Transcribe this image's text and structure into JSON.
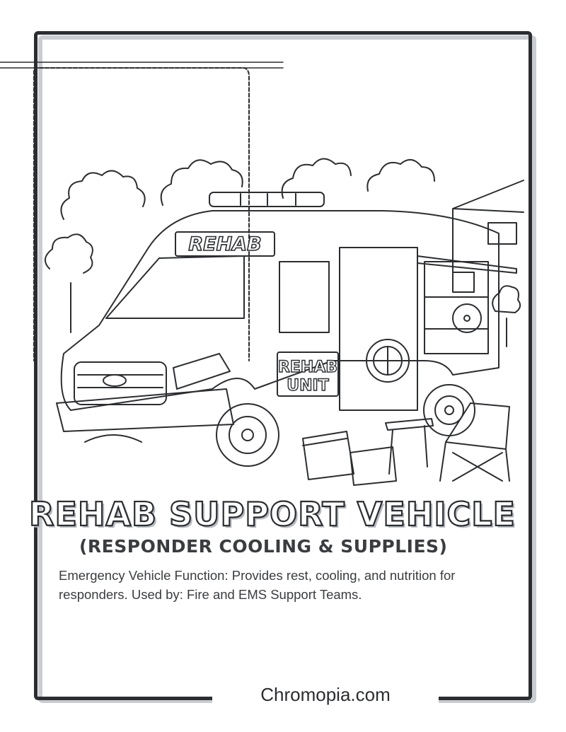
{
  "illustration": {
    "roof_sign": "REHAB",
    "side_sign_line1": "REHAB",
    "side_sign_line2": "UNIT"
  },
  "title": "REHAB SUPPORT VEHICLE",
  "subtitle": "(RESPONDER COOLING & SUPPLIES)",
  "description": "Emergency Vehicle Function: Provides rest, cooling, and nutrition for responders. Used by: Fire and EMS Support Teams.",
  "brand": "Chromopia.com",
  "colors": {
    "line": "#2b2d31",
    "shadow": "#c9ccd0",
    "background": "#ffffff"
  }
}
